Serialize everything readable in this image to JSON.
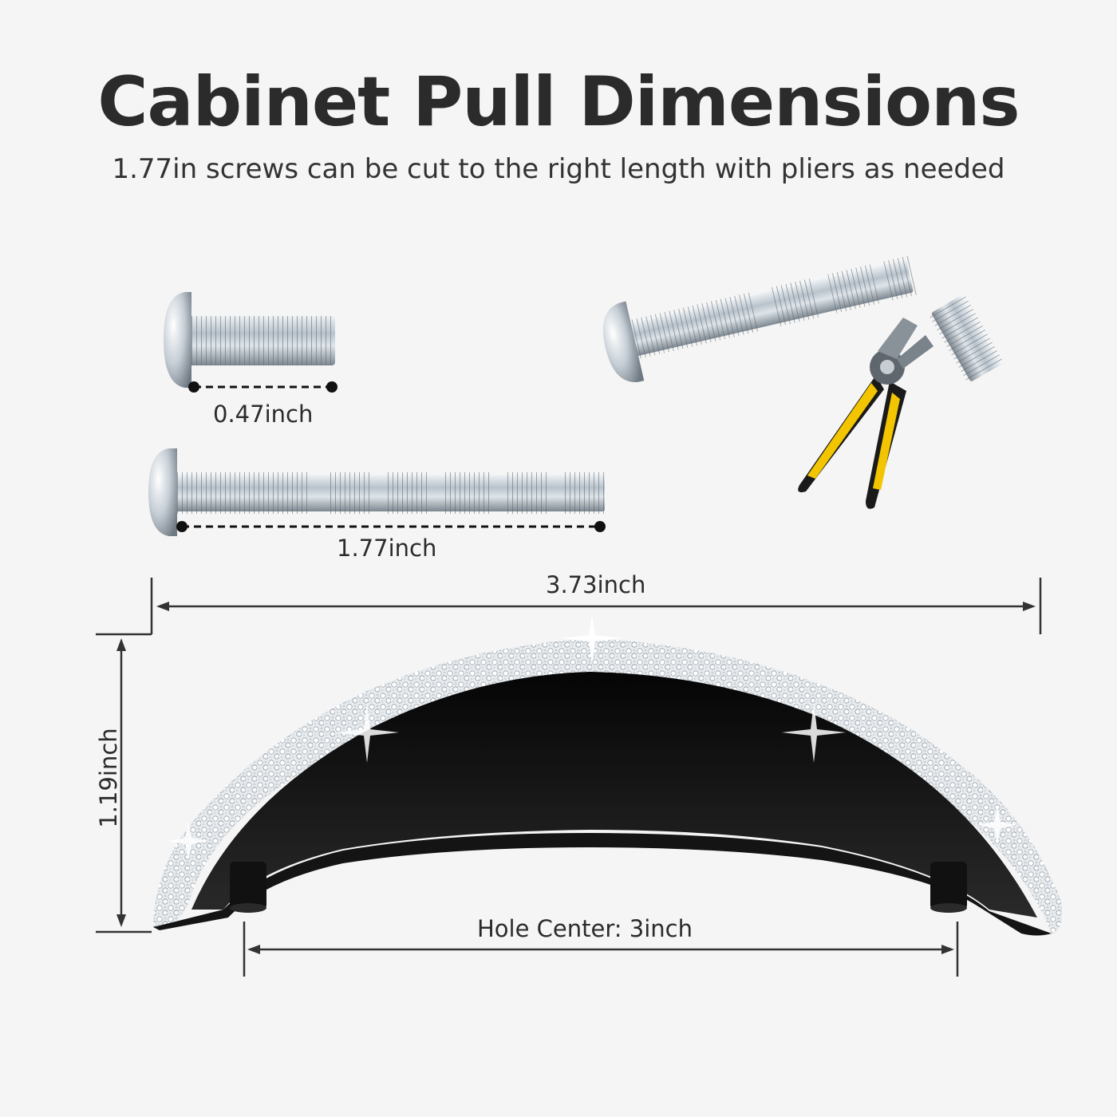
{
  "header": {
    "title": "Cabinet Pull Dimensions",
    "subtitle": "1.77in screws can be cut to the right length with pliers as needed"
  },
  "dimensions": {
    "short_screw": "0.47inch",
    "long_screw": "1.77inch",
    "pull_length": "3.73inch",
    "pull_height": "1.19inch",
    "hole_center": "Hole Center: 3inch"
  },
  "colors": {
    "background": "#f5f5f5",
    "text": "#2b2b2b",
    "pull_body": "#111111",
    "pliers_yellow": "#f2c500",
    "metal": "#b9c3cc"
  }
}
